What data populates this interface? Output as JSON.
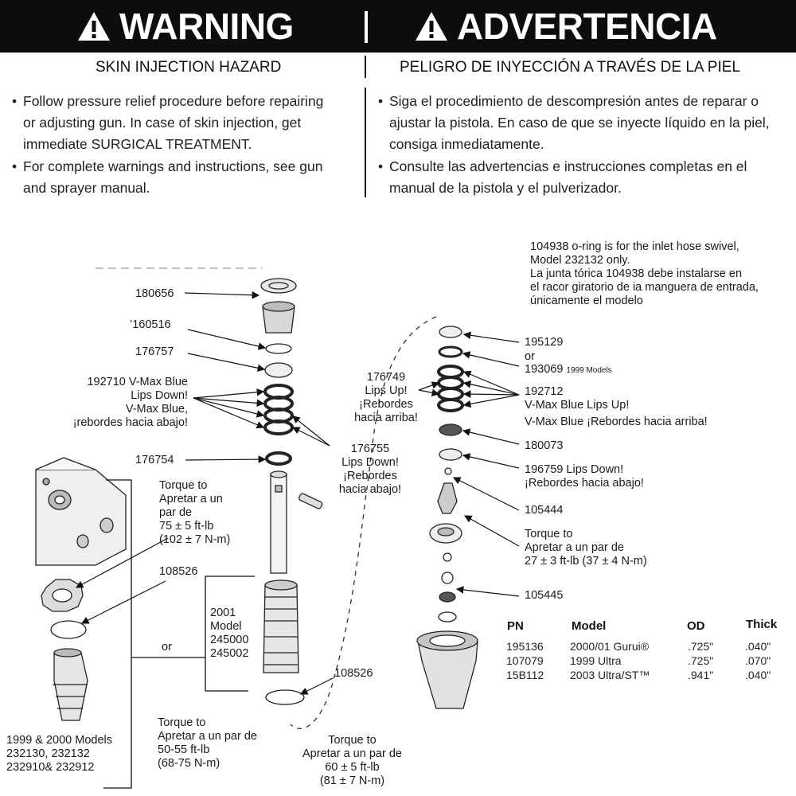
{
  "banner": {
    "warning_title": "WARNING",
    "advertencia_title": "ADVERTENCIA",
    "background": "#0d0d0d",
    "text_color": "#ffffff"
  },
  "hazard": {
    "en": "SKIN INJECTION HAZARD",
    "es": "PELIGRO DE INYECCIÓN A TRAVÉS DE LA PIEL"
  },
  "bullets_en": [
    [
      "Follow pressure relief procedure before repairing",
      "or adjusting gun. In case of skin injection, get",
      "immediate SURGICAL TREATMENT."
    ],
    [
      "For complete warnings and instructions, see gun",
      "and sprayer manual."
    ]
  ],
  "bullets_es": [
    [
      "Siga el procedimiento de descompresión antes de reparar o",
      "ajustar la pistola. En caso de que se inyecte líquido en la piel,",
      "consiga inmediatamente."
    ],
    [
      "Consulte las advertencias e instrucciones completas en el",
      "manual de la pistola y el pulverizador."
    ]
  ],
  "left_labels": {
    "p180656": "180656",
    "p160516": "’160516",
    "p176757": "176757",
    "p192710": [
      "192710 V-Max Blue",
      "Lips Down!",
      "V-Max Blue,",
      "¡rebordes hacia abajo!"
    ],
    "p176755": [
      "176755",
      "Lips Down!",
      "¡Rebordes",
      "hacia abajo!"
    ],
    "p176754": "176754",
    "torque_top": [
      "Torque to",
      "Apretar a un",
      "par de",
      "75 ± 5 ft-lb",
      "(102 ± 7 N-m)"
    ],
    "p108526_upper": "108526",
    "or": "or",
    "model2001": [
      "2001",
      "Model",
      "245000",
      "245002"
    ],
    "p108526_lower": "108526",
    "torque_mid": [
      "Torque to",
      "Apretar a un par de",
      "50-55 ft-lb",
      "(68-75 N-m)"
    ],
    "models1999": [
      "1999 & 2000 Models",
      "232130, 232132",
      "232910& 232912"
    ],
    "torque_bottom": [
      "Torque to",
      "Apretar a un par de",
      "60 ± 5 ft-lb",
      "(81 ± 7 N-m)"
    ]
  },
  "right_labels": {
    "note": [
      "104938 o-ring is for the inlet hose swivel,",
      "Model 232132 only.",
      "La junta tórica 104938 debe instalarse en",
      "el racor giratorio de ia manguera de entrada,",
      "únicamente el modelo"
    ],
    "p195129": "195129",
    "or": "or",
    "p193069": "193069",
    "p193069_note": "1999 Models",
    "p176749": [
      "176749",
      "Lips Up!",
      "¡Rebordes",
      "hacia arriba!"
    ],
    "p192712": [
      "192712",
      "V-Max Blue Lips Up!",
      "V-Max Blue ¡Rebordes hacia arriba!"
    ],
    "p180073": "180073",
    "p196759": [
      "196759  Lips Down!",
      "¡Rebordes hacia abajo!"
    ],
    "p105444": "105444",
    "torque": [
      "Torque to",
      "Apretar a un par de",
      "27 ± 3 ft-lb (37 ± 4 N-m)"
    ],
    "p105445": "105445"
  },
  "table": {
    "headers": [
      "PN",
      "Model",
      "OD",
      "Thick"
    ],
    "rows": [
      [
        "195136",
        "2000/01 Gurui®",
        ".725\"",
        ".040\""
      ],
      [
        "107079",
        "1999 Ultra",
        ".725\"",
        ".070\""
      ],
      [
        "15B112",
        "2003 Ultra/ST™",
        ".941\"",
        ".040\""
      ]
    ]
  }
}
